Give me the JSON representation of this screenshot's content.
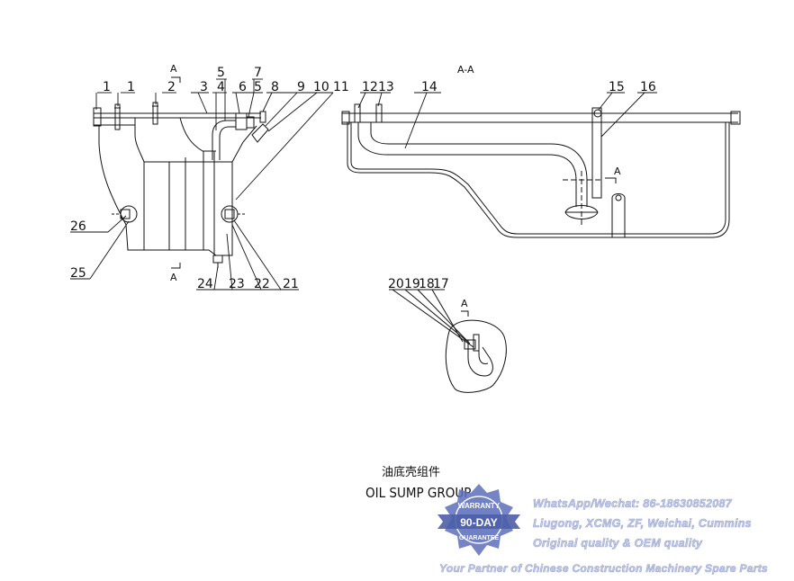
{
  "callouts": {
    "c1a": "1",
    "c1b": "1",
    "c2": "2",
    "c3": "3",
    "c4": "4",
    "c5a": "5",
    "c5b": "5",
    "c6": "6",
    "c7": "7",
    "c8": "8",
    "c9": "9",
    "c10": "10",
    "c11": "11",
    "c12": "12",
    "c13": "13",
    "c14": "14",
    "c15": "15",
    "c16": "16",
    "c17": "17",
    "c18": "18",
    "c19": "19",
    "c20": "20",
    "c21": "21",
    "c22": "22",
    "c23": "23",
    "c24": "24",
    "c25": "25",
    "c26": "26"
  },
  "section_marks": {
    "a_top": "A",
    "a_bottom": "A",
    "a_section_view": "A",
    "a_detail": "A",
    "section_title": "A-A"
  },
  "title": {
    "cn": "油底壳组件",
    "en": "OIL SUMP GROUP"
  },
  "watermark": {
    "seal_top": "WARRANTY",
    "seal_center": "90-DAY",
    "seal_bottom": "GUARANTEE",
    "contact": "WhatsApp/Wechat: 86-18630852087",
    "brands": "Liugong, XCMG, ZF, Weichai, Cummins",
    "quality": "Original quality & OEM quality",
    "slogan": "Your Partner of Chinese Construction Machinery Spare Parts"
  },
  "colors": {
    "ink": "#111111",
    "seal_fill": "#5c6fba",
    "watermark_text": "#c4cbe6"
  }
}
